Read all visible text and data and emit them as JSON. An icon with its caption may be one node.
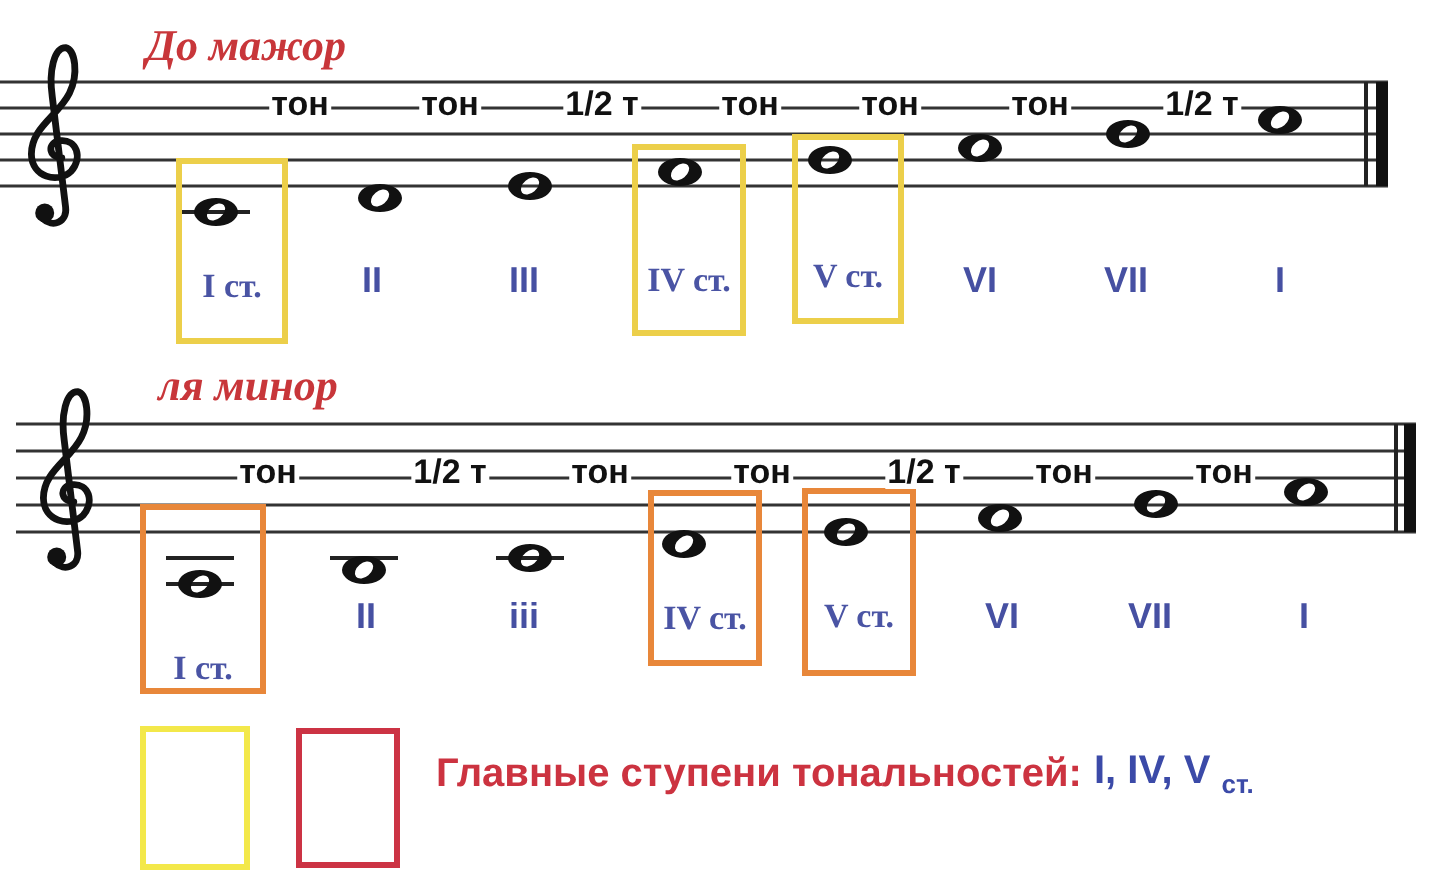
{
  "diagram": {
    "nodes": [
      {
        "text": [
          "I ст."
        ]
      },
      {
        "text": [
          "IV ст."
        ]
      },
      {
        "text": [
          "V ст."
        ]
      },
      {
        "text": [
          "I ст."
        ]
      },
      {
        "text": [
          "IV ст."
        ]
      },
      {
        "text": [
          "V ст."
        ]
      },
      {
        "text": [],
        "shape": "box"
      },
      {
        "text": [],
        "shape": "box"
      }
    ],
    "labels": [
      "До мажор",
      "тон",
      "тон",
      "1/2 т",
      "тон",
      "тон",
      "тон",
      "1/2 т",
      "II",
      "III",
      "VI",
      "VII",
      "I",
      "ля минор",
      "тон",
      "1/2 т",
      "тон",
      "тон",
      "1/2 т",
      "тон",
      "тон",
      "II",
      "iii",
      "VI",
      "VII",
      "I",
      "Главные ступени тональностей:",
      "I, IV, V $_{ст.}$"
    ]
  }
}
